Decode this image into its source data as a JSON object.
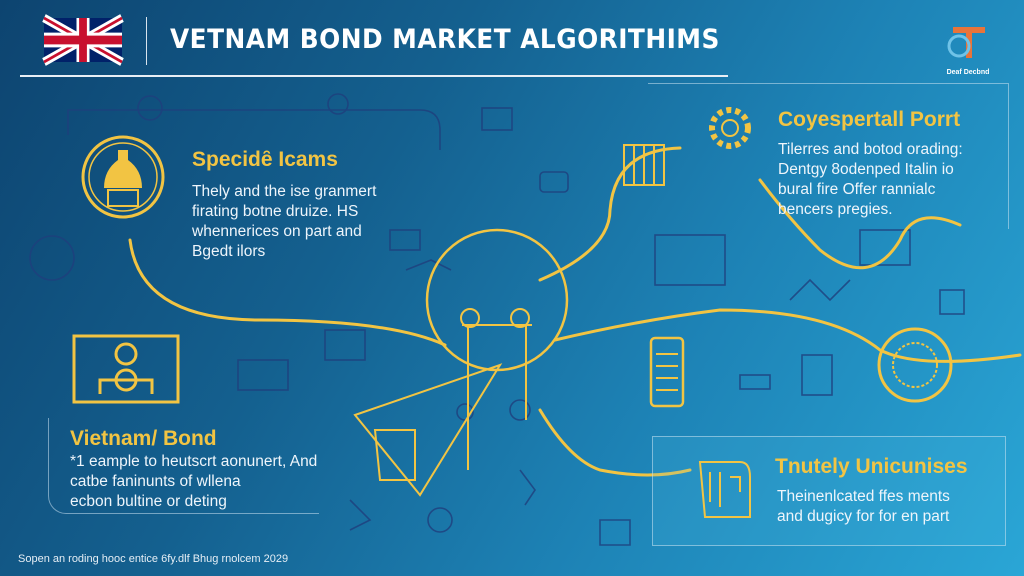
{
  "header": {
    "title": "VETNAM BOND MARKET ALGORITHIMS",
    "logo_caption": "Deaf Decbnd"
  },
  "panels": [
    {
      "title": "Specidȇ Icams",
      "lines": [
        "Thely and the ise granmert",
        "firating botne druize. HS",
        "whennerices on part and",
        "Bgedt ilors"
      ]
    },
    {
      "title": "Coyespertall Porrt",
      "lines": [
        "Tilerres and botod orading:",
        "Dentgy 8odenped Italin io",
        "bural fire Offer rannialc",
        "bencers pregies."
      ]
    },
    {
      "title": "Vietnam/ Bond",
      "lines": [
        "*1 eample to heutscrt aonunert, And",
        "catbe faninunts of wllena",
        "ecbon bultine or deting"
      ]
    },
    {
      "title": "Tnutely Unicunises",
      "lines": [
        "Theinenlcated ffes ments",
        "and dugicy for for en part"
      ]
    }
  ],
  "footer": "Sopen an roding hooc entice 6fy.dlf Bhug rnolcem 2029",
  "colors": {
    "accent": "#f2c443",
    "bg_dark": "#0d4470",
    "bg_light": "#2aa6d6",
    "line": "#1b3f7a"
  }
}
